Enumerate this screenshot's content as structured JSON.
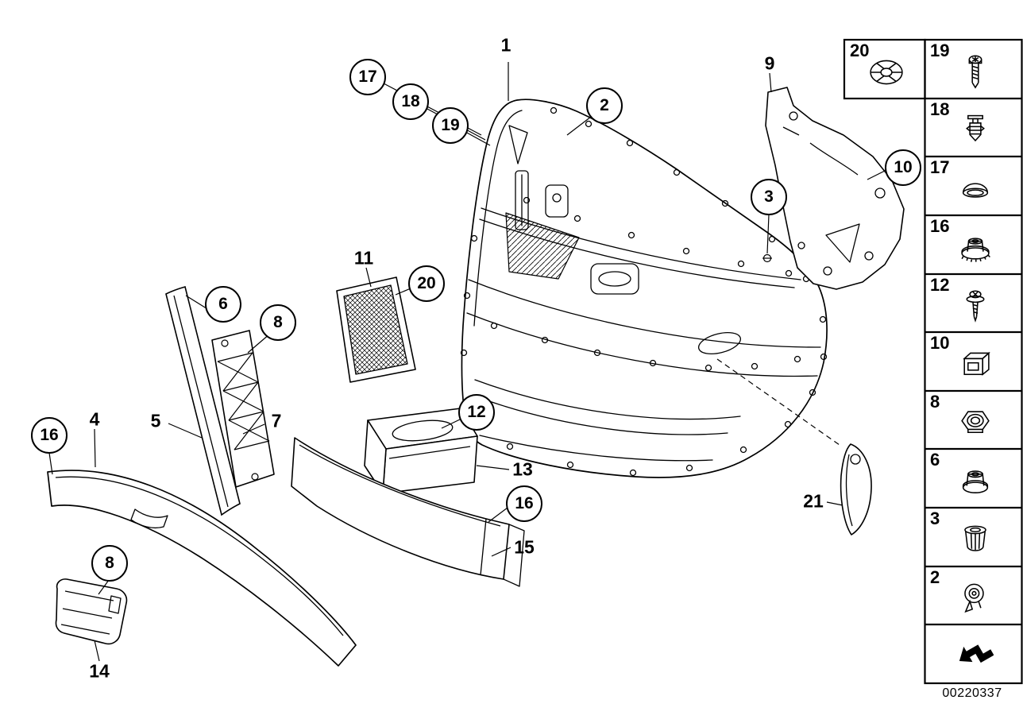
{
  "diagram": {
    "drawing_number": "00220337",
    "callouts": [
      {
        "label": "1"
      },
      {
        "label": "17"
      },
      {
        "label": "18"
      },
      {
        "label": "19"
      },
      {
        "label": "2"
      },
      {
        "label": "9"
      },
      {
        "label": "10"
      },
      {
        "label": "3"
      },
      {
        "label": "11"
      },
      {
        "label": "20"
      },
      {
        "label": "6"
      },
      {
        "label": "8"
      },
      {
        "label": "4"
      },
      {
        "label": "5"
      },
      {
        "label": "7"
      },
      {
        "label": "16"
      },
      {
        "label": "12"
      },
      {
        "label": "13"
      },
      {
        "label": "16"
      },
      {
        "label": "15"
      },
      {
        "label": "8"
      },
      {
        "label": "14"
      },
      {
        "label": "21"
      }
    ],
    "legend": {
      "cells": [
        {
          "label": "20",
          "icon": "grommet-icon",
          "icon_ref": "#grommet-icon"
        },
        {
          "label": "19",
          "icon": "screw-icon",
          "icon_ref": "#screw-icon"
        },
        {
          "label": "18",
          "icon": "expansion-rivet-icon",
          "icon_ref": "#rivet-icon"
        },
        {
          "label": "17",
          "icon": "cap-plug-icon",
          "icon_ref": "#cap-icon"
        },
        {
          "label": "16",
          "icon": "collar-nut-icon",
          "icon_ref": "#collar-nut-icon"
        },
        {
          "label": "12",
          "icon": "screw-with-washer-icon",
          "icon_ref": "#screw-washer-icon"
        },
        {
          "label": "10",
          "icon": "cage-clip-icon",
          "icon_ref": "#cage-clip-icon"
        },
        {
          "label": "8",
          "icon": "hex-nut-icon",
          "icon_ref": "#hex-nut-icon"
        },
        {
          "label": "6",
          "icon": "flange-nut-icon",
          "icon_ref": "#flange-nut-icon"
        },
        {
          "label": "3",
          "icon": "expanding-nut-icon",
          "icon_ref": "#expanding-nut-icon"
        },
        {
          "label": "2",
          "icon": "clip-icon",
          "icon_ref": "#clip-icon"
        }
      ],
      "footer_icon": "direction-arrow-icon",
      "footer_icon_ref": "#direction-arrow-icon"
    }
  }
}
